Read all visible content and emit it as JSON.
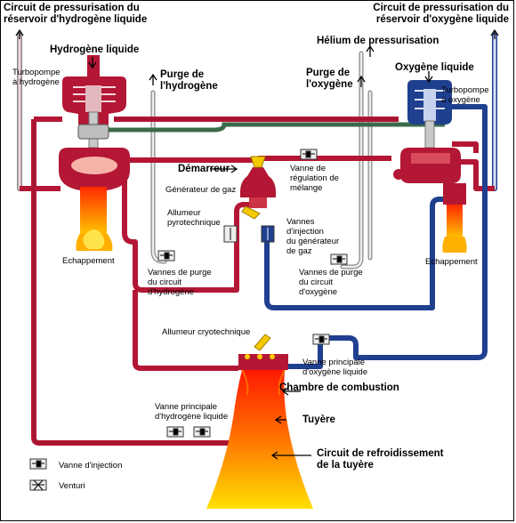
{
  "colors": {
    "hydrogen": "#b31735",
    "oxygen": "#1f3f8f",
    "helium": "#3a6a48",
    "purge": "#9a9a9a",
    "flame_top": "#ff1a00",
    "flame_bottom": "#ffe000",
    "valve_yellow": "#f5c800"
  },
  "labels": {
    "h2_press_circuit": "Circuit de pressurisation du\nréservoir d'hydrogène liquide",
    "o2_press_circuit": "Circuit de pressurisation du\nréservoir d'oxygène liquide",
    "helium": "Hélium de pressurisation",
    "hydrogen_liquid": "Hydrogène liquide",
    "oxygen_liquid": "Oxygène liquide",
    "turbopump_h2": "Turbopompe\nà hydrogène",
    "turbopump_o2": "Turbopompe\nà oxygène",
    "purge_h2": "Purge de\nl'hydrogène",
    "purge_o2": "Purge de\nl'oxygène",
    "starter": "Démarreur",
    "gas_generator": "Générateur de gaz",
    "mixture_valve": "Vanne de\nrégulation de\nmélange",
    "pyro_igniter": "Allumeur\npyrotechnique",
    "gg_injection_valves": "Vannes\nd'injection\ndu générateur\nde gaz",
    "exhaust_left": "Echappement",
    "exhaust_right": "Echappement",
    "purge_valves_h2": "Vannes de purge\ndu circuit\nd'hydrogène",
    "purge_valves_o2": "Vannes de purge\ndu circuit\nd'oxygène",
    "cryo_igniter": "Allumeur cryotechnique",
    "main_o2_valve": "Vanne principale\nd'oxygène liquide",
    "combustion_chamber": "Chambre de combustion",
    "main_h2_valve": "Vanne principale\nd'hydrogène liquide",
    "nozzle": "Tuyère",
    "nozzle_cooling": "Circuit de refroidissement\nde la tuyère",
    "legend_injection": "Vanne d'injection",
    "legend_venturi": "Venturi"
  }
}
